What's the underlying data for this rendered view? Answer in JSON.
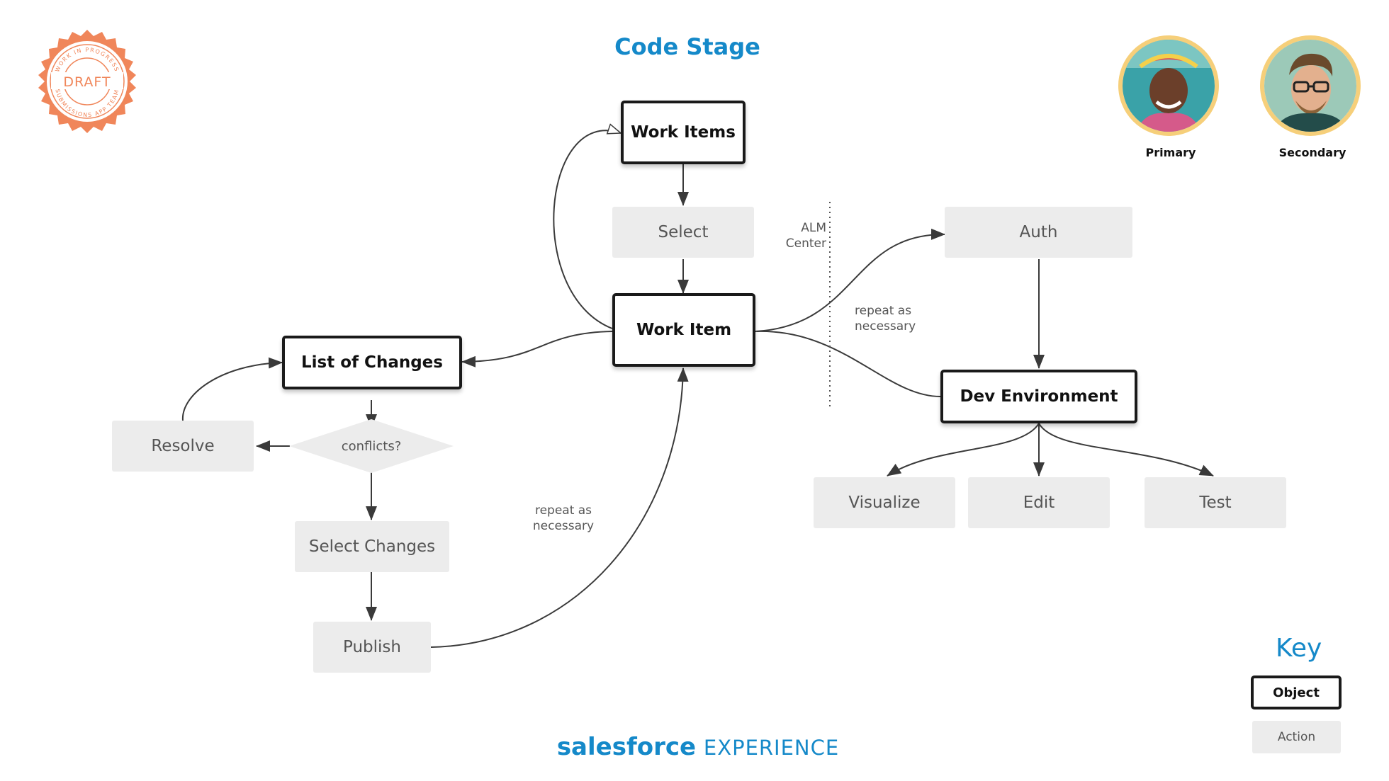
{
  "title": "Code Stage",
  "stamp": {
    "main": "DRAFT",
    "ring_top": "WORK IN PROGRESS",
    "ring_bottom": "SUBMISSIONS APP TEAM"
  },
  "personas": [
    {
      "label": "Primary",
      "icon": "woman-with-headscarf-avatar"
    },
    {
      "label": "Secondary",
      "icon": "man-with-glasses-avatar"
    }
  ],
  "nodes": {
    "work_items": "Work Items",
    "select": "Select",
    "work_item": "Work Item",
    "list_of_changes": "List of Changes",
    "conflicts": "conflicts?",
    "resolve": "Resolve",
    "select_changes": "Select Changes",
    "publish": "Publish",
    "auth": "Auth",
    "dev_environment": "Dev Environment",
    "visualize": "Visualize",
    "edit": "Edit",
    "test": "Test"
  },
  "annotations": {
    "alm_center_line1": "ALM",
    "alm_center_line2": "Center",
    "repeat_right_line1": "repeat as",
    "repeat_right_line2": "necessary",
    "repeat_left_line1": "repeat as",
    "repeat_left_line2": "necessary"
  },
  "key": {
    "title": "Key",
    "object_label": "Object",
    "action_label": "Action"
  },
  "brand": {
    "bold": "salesforce",
    "light": "EXPERIENCE"
  },
  "colors": {
    "accent": "#1589c9",
    "stamp": "#f0865a",
    "avatar_ring": "#f6cf7a",
    "action_fill": "#ececec",
    "object_border": "#1a1a1a"
  }
}
